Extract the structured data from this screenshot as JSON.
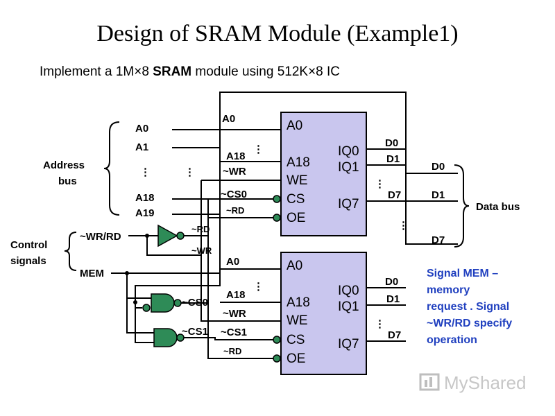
{
  "title": "Design of SRAM Module (Example1)",
  "subtitle": {
    "prefix": "Implement a 1M×8 ",
    "bold": "SRAM",
    "suffix": " module using 512K×8 IC"
  },
  "left": {
    "address_bus": [
      "Address",
      "bus"
    ],
    "control_signals": [
      "Control",
      "signals"
    ],
    "addr_lines": [
      "A0",
      "A1",
      "A18",
      "A19"
    ],
    "wr_rd": "~WR/RD",
    "mem": "MEM",
    "inv_out_rd": "~RD",
    "inv_out_wr": "~WR",
    "cs0": "~CS0",
    "cs1": "~CS1"
  },
  "chip_top": {
    "inputs": [
      "A0",
      "A18",
      "~WR",
      "~CS0",
      "~RD"
    ],
    "pins_left": [
      "A0",
      "A18",
      "WE",
      "CS",
      "OE"
    ],
    "pins_right": [
      "IQ0",
      "IQ1",
      "IQ7"
    ],
    "outputs": [
      "D0",
      "D1",
      "D7"
    ]
  },
  "chip_bottom": {
    "inputs": [
      "A0",
      "A18",
      "~WR",
      "~CS1",
      "~RD"
    ],
    "pins_left": [
      "A0",
      "A18",
      "WE",
      "CS",
      "OE"
    ],
    "pins_right": [
      "IQ0",
      "IQ1",
      "IQ7"
    ],
    "outputs": [
      "D0",
      "D1",
      "D7"
    ]
  },
  "data_bus": {
    "label": "Data bus",
    "lines": [
      "D0",
      "D1",
      "D7"
    ]
  },
  "note": [
    "Signal MEM –",
    "memory",
    " request . Signal",
    "~WR/RD specify",
    "operation"
  ],
  "watermark": "MyShared",
  "colors": {
    "chip_fill": "#c9c6ee",
    "gate_fill": "#2e8b57",
    "note_text": "#1f3fbf"
  }
}
